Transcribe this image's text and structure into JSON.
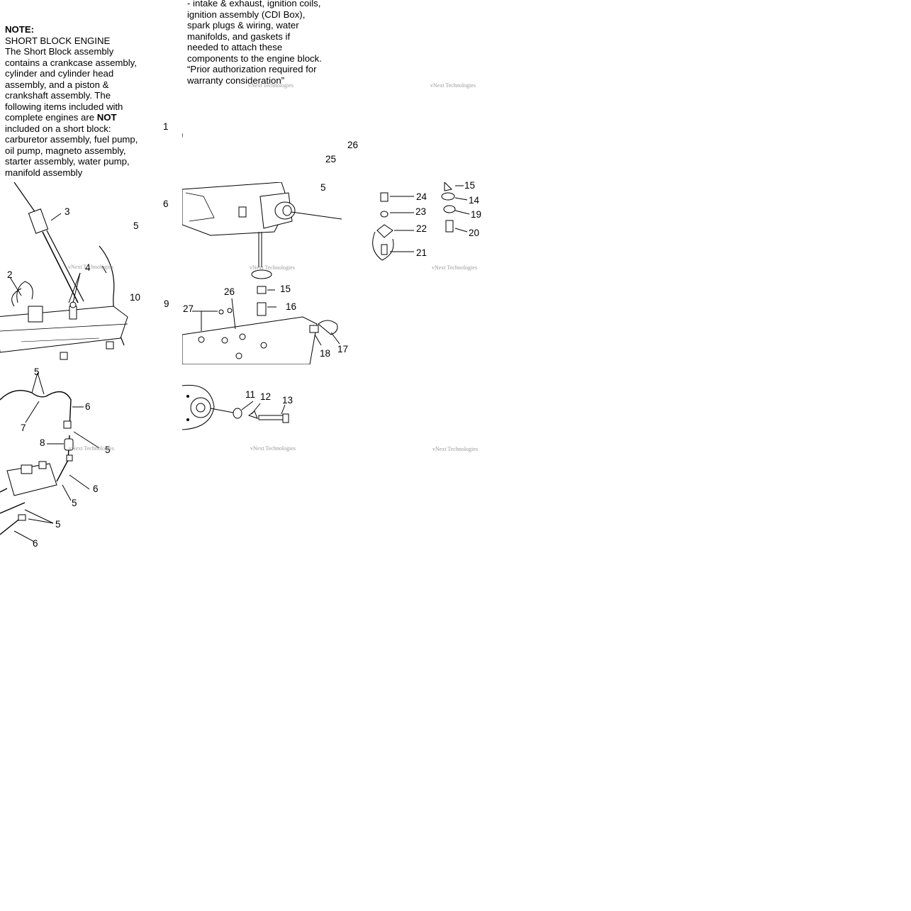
{
  "note": {
    "heading": "NOTE:",
    "title": "SHORT BLOCK ENGINE",
    "body_part1": "The Short Block assembly contains a crankcase assembly, cylinder and cylinder head assembly, and a piston & crankshaft assembly. The following items included with complete engines are",
    "body_bold": "NOT",
    "body_part2": "included on a short block: carburetor assembly, fuel pump, oil pump, magneto assembly, starter assembly, water pump, manifold assembly",
    "continued": "- intake & exhaust, ignition coils, ignition assembly (CDI Box), spark plugs & wiring, water manifolds, and gaskets if needed to attach these components to the engine block. “Prior authorization required for warranty consideration”"
  },
  "watermark": "vNext Technologies",
  "callouts": {
    "c1": "1",
    "c2": "2",
    "c3": "3",
    "c4": "4",
    "c5a": "5",
    "c6a": "6",
    "c9": "9",
    "c10": "10",
    "c5b": "5",
    "c25": "25",
    "c26a": "26",
    "c15a": "15",
    "c26b": "26",
    "c27": "27",
    "c16": "16",
    "c18": "18",
    "c17": "17",
    "c24": "24",
    "c23": "23",
    "c22": "22",
    "c21": "21",
    "c15b": "15",
    "c14": "14",
    "c19": "19",
    "c20": "20",
    "c5c": "5",
    "c6b": "6",
    "c7": "7",
    "c8": "8",
    "c5d": "5",
    "c6c": "6",
    "c5e": "5",
    "c5f": "5",
    "c6d": "6",
    "c11": "11",
    "c12": "12",
    "c13": "13"
  }
}
